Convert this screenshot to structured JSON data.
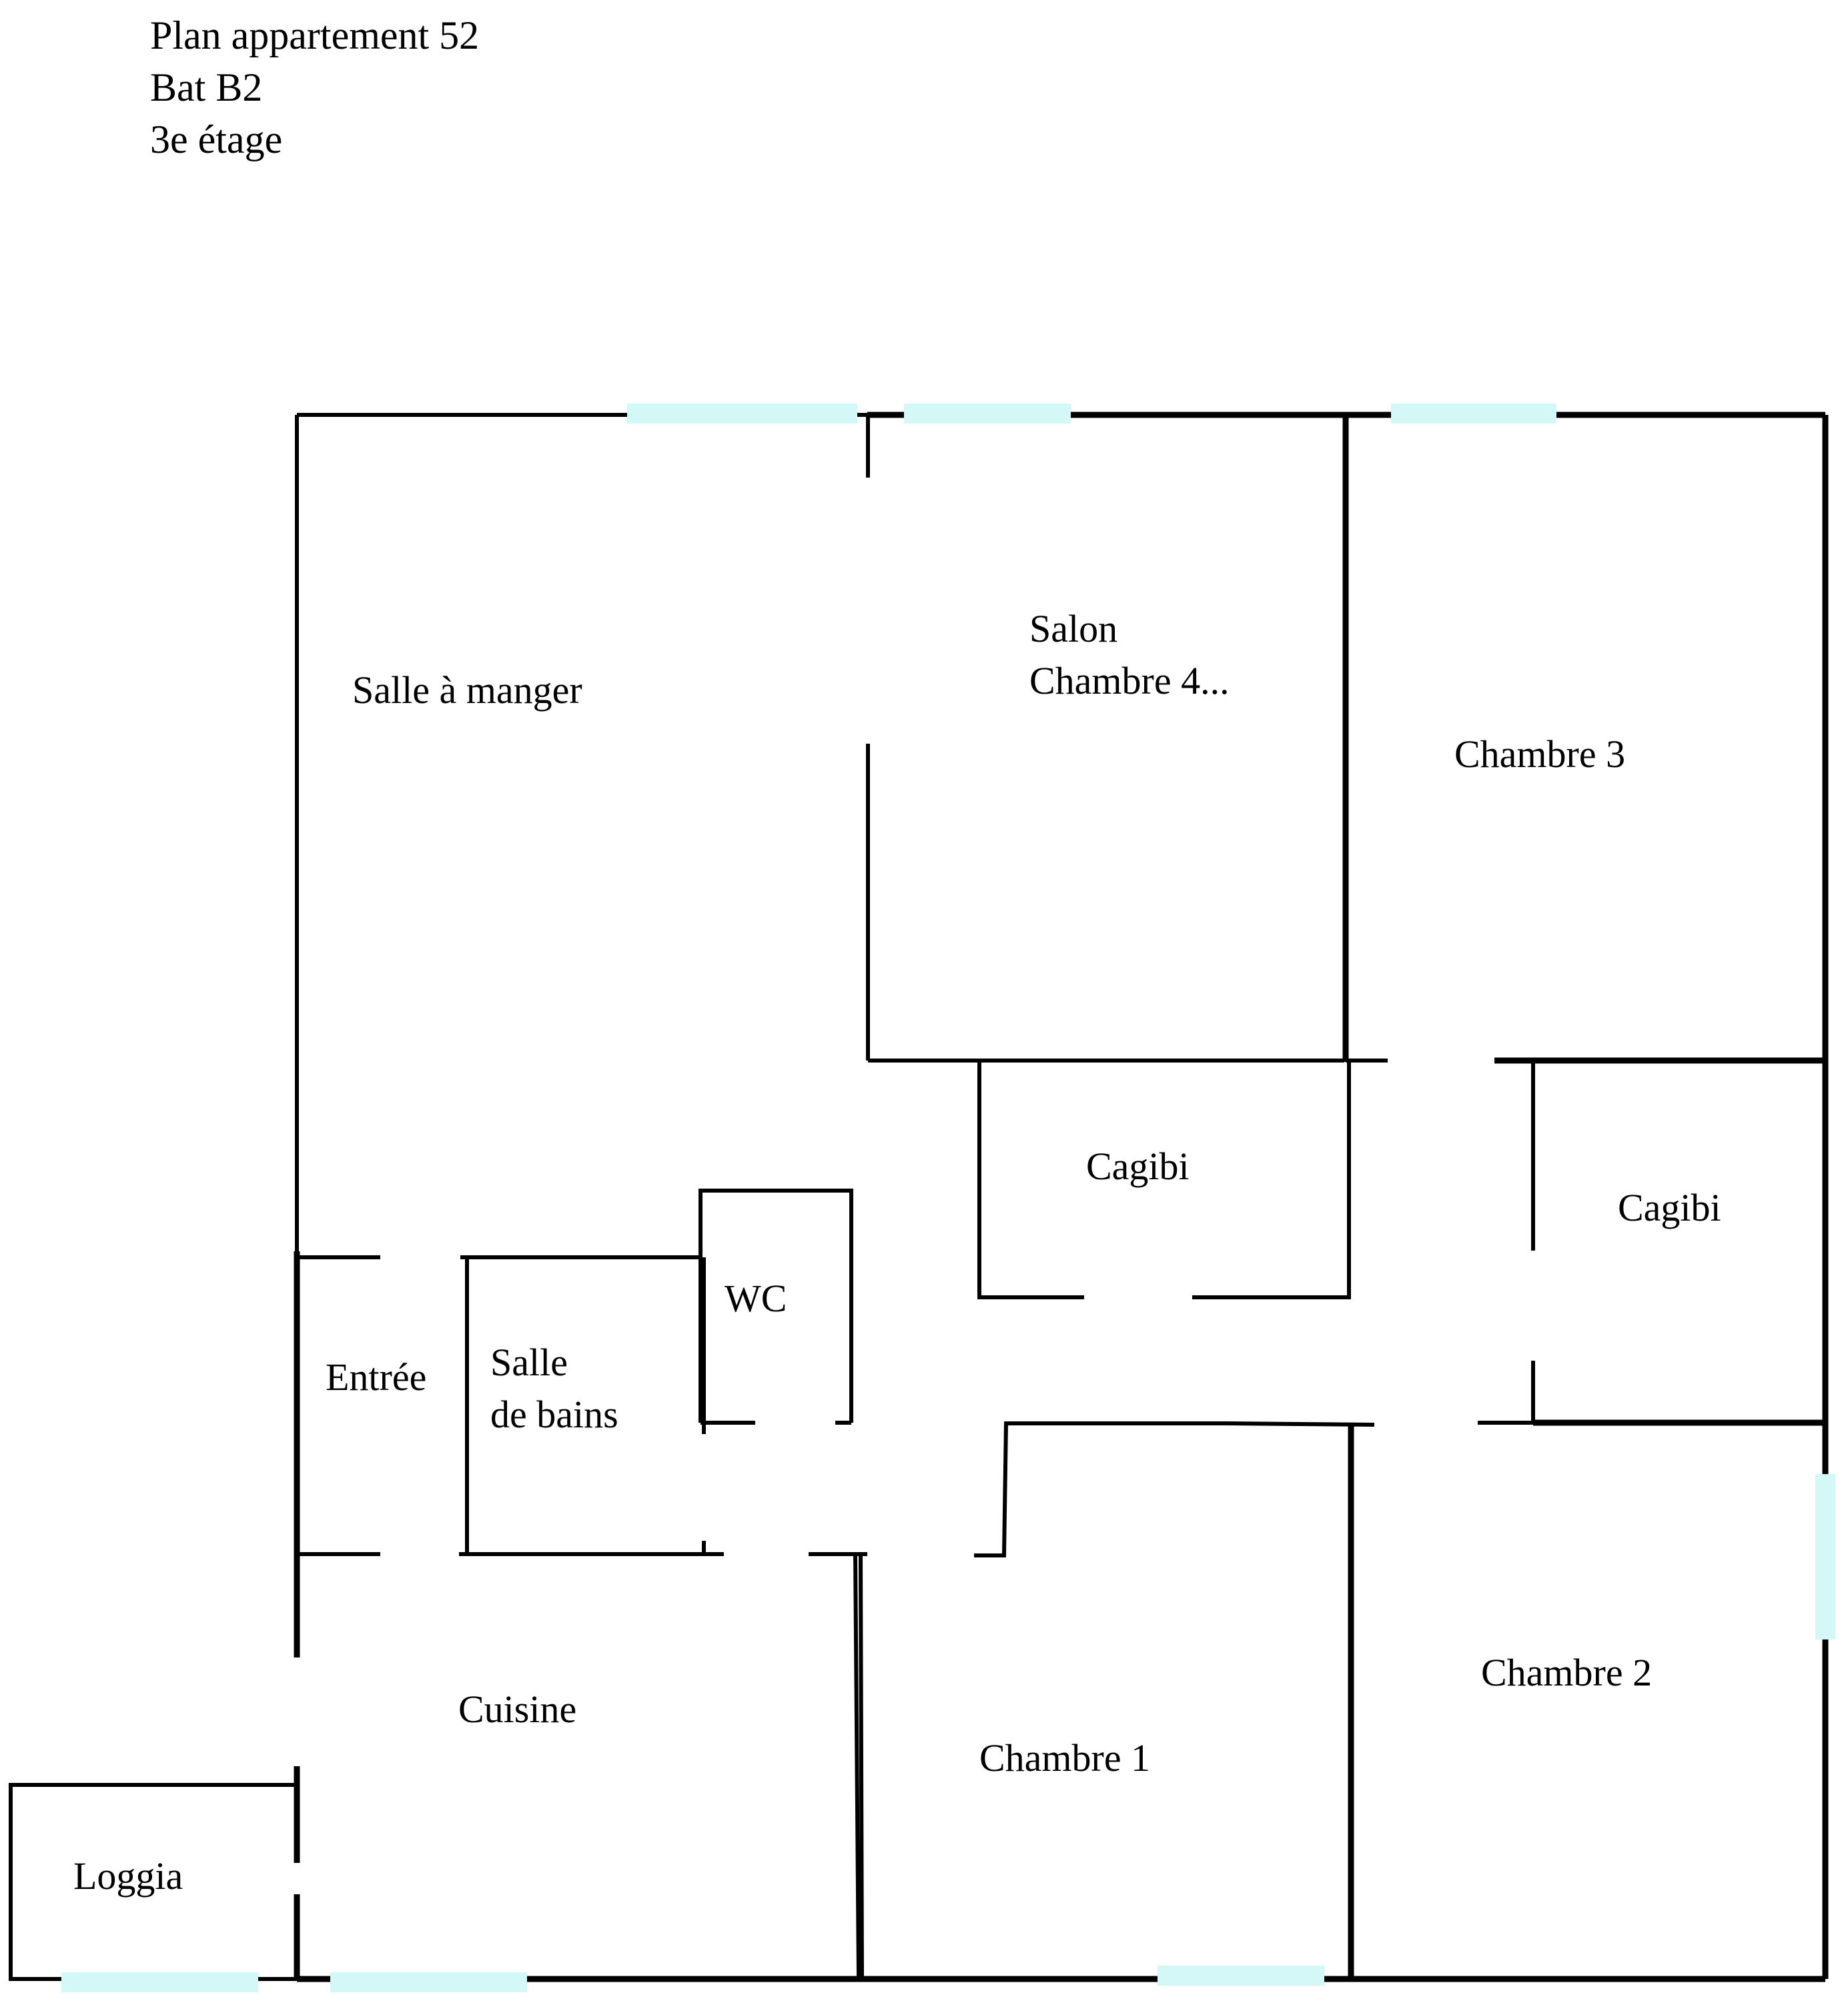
{
  "header": {
    "title": "Plan appartement 52",
    "building": "Bat B2",
    "floor": "3e étage"
  },
  "rooms": {
    "salle_a_manger": "Salle à manger",
    "salon_line1": "Salon",
    "salon_line2": "Chambre 4...",
    "chambre3": "Chambre 3",
    "cagibi_center": "Cagibi",
    "cagibi_right": "Cagibi",
    "wc": "WC",
    "entree": "Entrée",
    "salle_bains_line1": "Salle",
    "salle_bains_line2": "de bains",
    "cuisine": "Cuisine",
    "chambre1": "Chambre 1",
    "chambre2": "Chambre 2",
    "loggia": "Loggia"
  },
  "colors": {
    "wall": "#000000",
    "window": "#d4f7f8",
    "background": "#ffffff"
  }
}
